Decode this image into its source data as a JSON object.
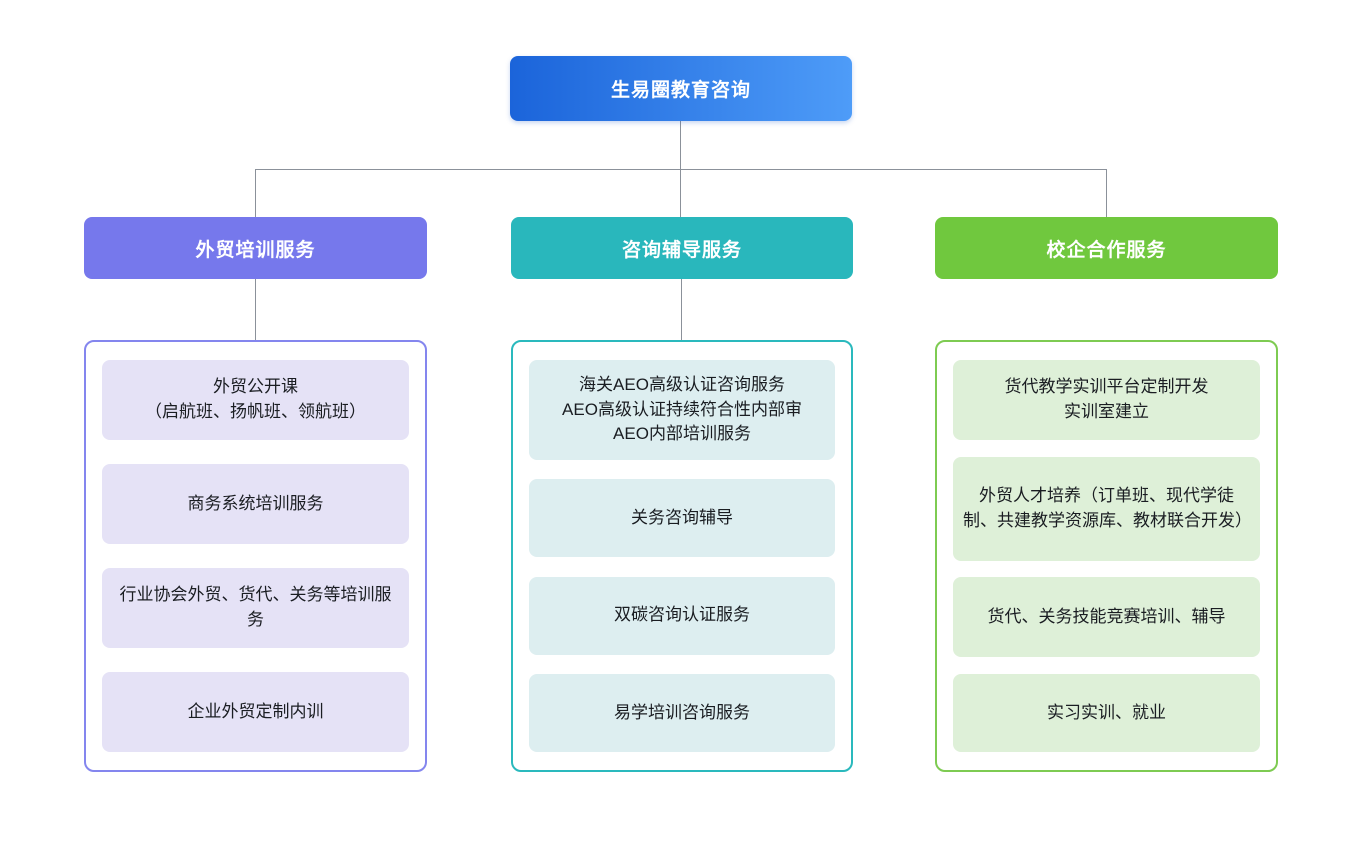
{
  "root": {
    "label": "生易圈教育咨询",
    "gradient": [
      "#1b64da",
      "#4e9cf8"
    ]
  },
  "connector_color": "#8b919a",
  "branches": [
    {
      "label": "外贸培训服务",
      "colors": {
        "header": "#7678ec",
        "border": "#8486ee",
        "leaf_fill": "#e5e2f6"
      },
      "items": [
        "外贸公开课\n（启航班、扬帆班、领航班）",
        "商务系统培训服务",
        "行业协会外贸、货代、关务等培训服务",
        "企业外贸定制内训"
      ]
    },
    {
      "label": "咨询辅导服务",
      "colors": {
        "header": "#29b7bc",
        "border": "#2ab9bd",
        "leaf_fill": "#ddeef0"
      },
      "items": [
        "海关AEO高级认证咨询服务\nAEO高级认证持续符合性内部审\nAEO内部培训服务",
        "关务咨询辅导",
        "双碳咨询认证服务",
        "易学培训咨询服务"
      ]
    },
    {
      "label": "校企合作服务",
      "colors": {
        "header": "#70c83e",
        "border": "#7ecb52",
        "leaf_fill": "#def0d8"
      },
      "items": [
        "货代教学实训平台定制开发\n实训室建立",
        "外贸人才培养（订单班、现代学徒制、共建教学资源库、教材联合开发）",
        "货代、关务技能竞赛培训、辅导",
        "实习实训、就业"
      ]
    }
  ]
}
